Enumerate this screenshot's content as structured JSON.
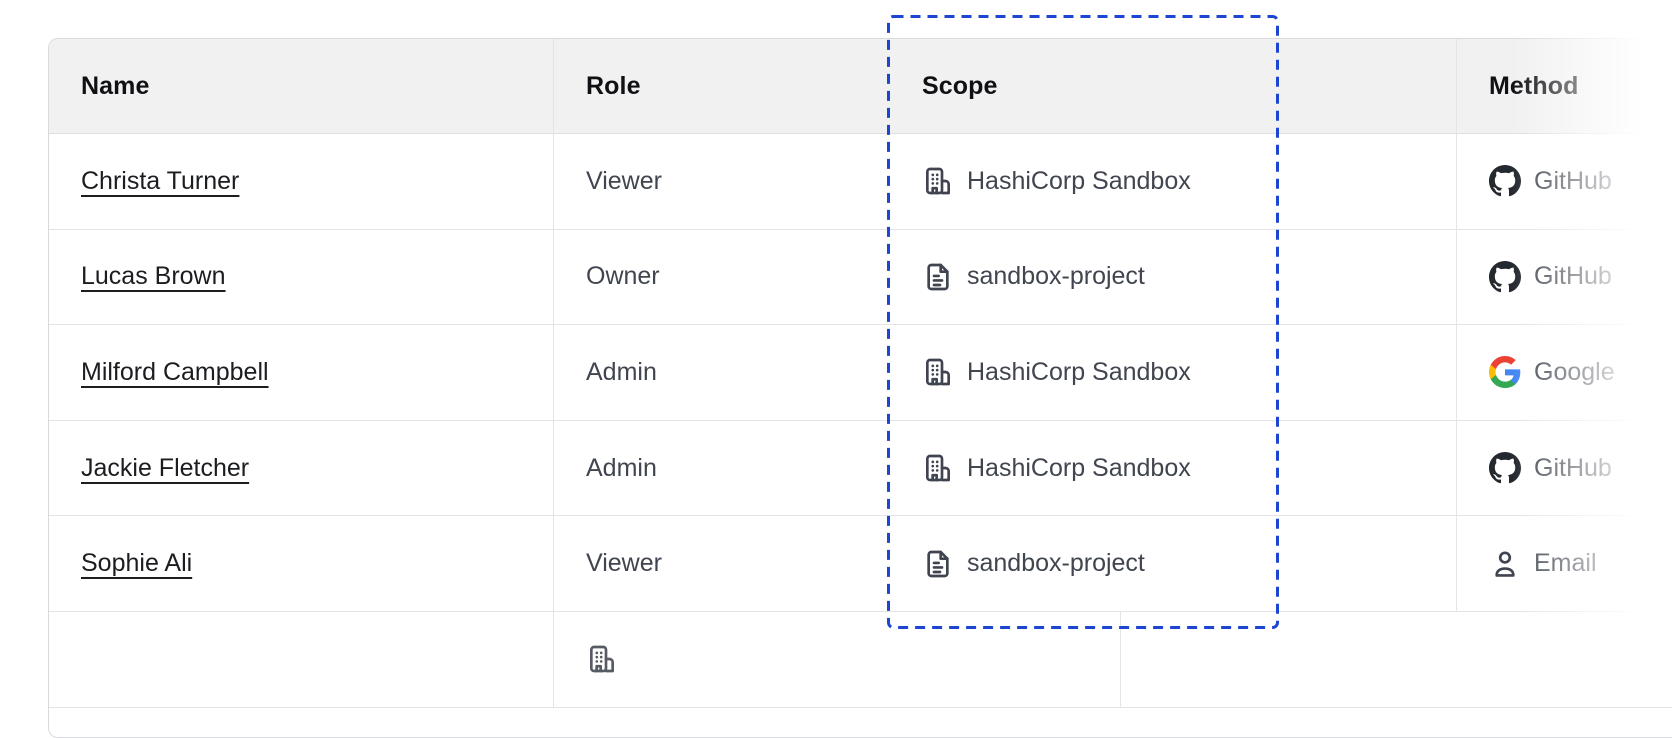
{
  "table": {
    "columns": [
      {
        "id": "name",
        "label": "Name"
      },
      {
        "id": "role",
        "label": "Role"
      },
      {
        "id": "scope",
        "label": "Scope"
      },
      {
        "id": "spacer",
        "label": ""
      },
      {
        "id": "method",
        "label": "Method"
      }
    ],
    "rows": [
      {
        "name": "Christa Turner",
        "role": "Viewer",
        "scope": {
          "icon": "building-icon",
          "label": "HashiCorp Sandbox"
        },
        "method": {
          "icon": "github-icon",
          "label": "GitHub"
        }
      },
      {
        "name": "Lucas Brown",
        "role": "Owner",
        "scope": {
          "icon": "file-text-icon",
          "label": "sandbox-project"
        },
        "method": {
          "icon": "github-icon",
          "label": "GitHub"
        }
      },
      {
        "name": "Milford Campbell",
        "role": "Admin",
        "scope": {
          "icon": "building-icon",
          "label": "HashiCorp Sandbox"
        },
        "method": {
          "icon": "google-icon",
          "label": "Google"
        }
      },
      {
        "name": "Jackie Fletcher",
        "role": "Admin",
        "scope": {
          "icon": "building-icon",
          "label": "HashiCorp Sandbox"
        },
        "method": {
          "icon": "github-icon",
          "label": "GitHub"
        }
      },
      {
        "name": "Sophie Ali",
        "role": "Viewer",
        "scope": {
          "icon": "file-text-icon",
          "label": "sandbox-project"
        },
        "method": {
          "icon": "email-user-icon",
          "label": "Email"
        }
      }
    ],
    "partial_row": {
      "scope_icon": "building-icon"
    }
  },
  "annotation": {
    "kind": "dashed-outline",
    "highlighted_column": "Scope",
    "color": "#1c46d2"
  },
  "colors": {
    "header_bg": "#f1f1f2",
    "row_divider": "#e4e4e7",
    "outer_border": "#d9dadd",
    "text_primary": "#1b1d21",
    "text_secondary": "#40454f",
    "icon_slate": "#3f4450",
    "github_black": "#24292f",
    "google_blue": "#4285F4",
    "google_green": "#34A853",
    "google_yellow": "#FBBC05",
    "google_red": "#EA4335",
    "highlight_blue": "#1c46d2"
  }
}
